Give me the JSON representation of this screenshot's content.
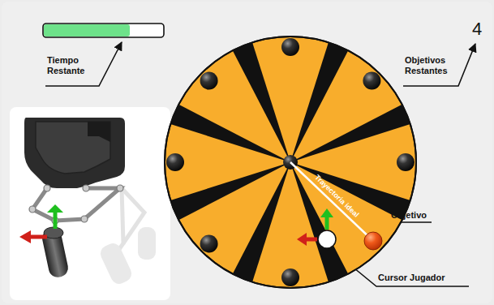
{
  "diagram": {
    "labels": [
      "Tiempo Restante",
      "Objetivos Restantes",
      "4",
      "Trayectoria ideal",
      "Objetivo",
      "Cursor Jugador"
    ]
  }
}
